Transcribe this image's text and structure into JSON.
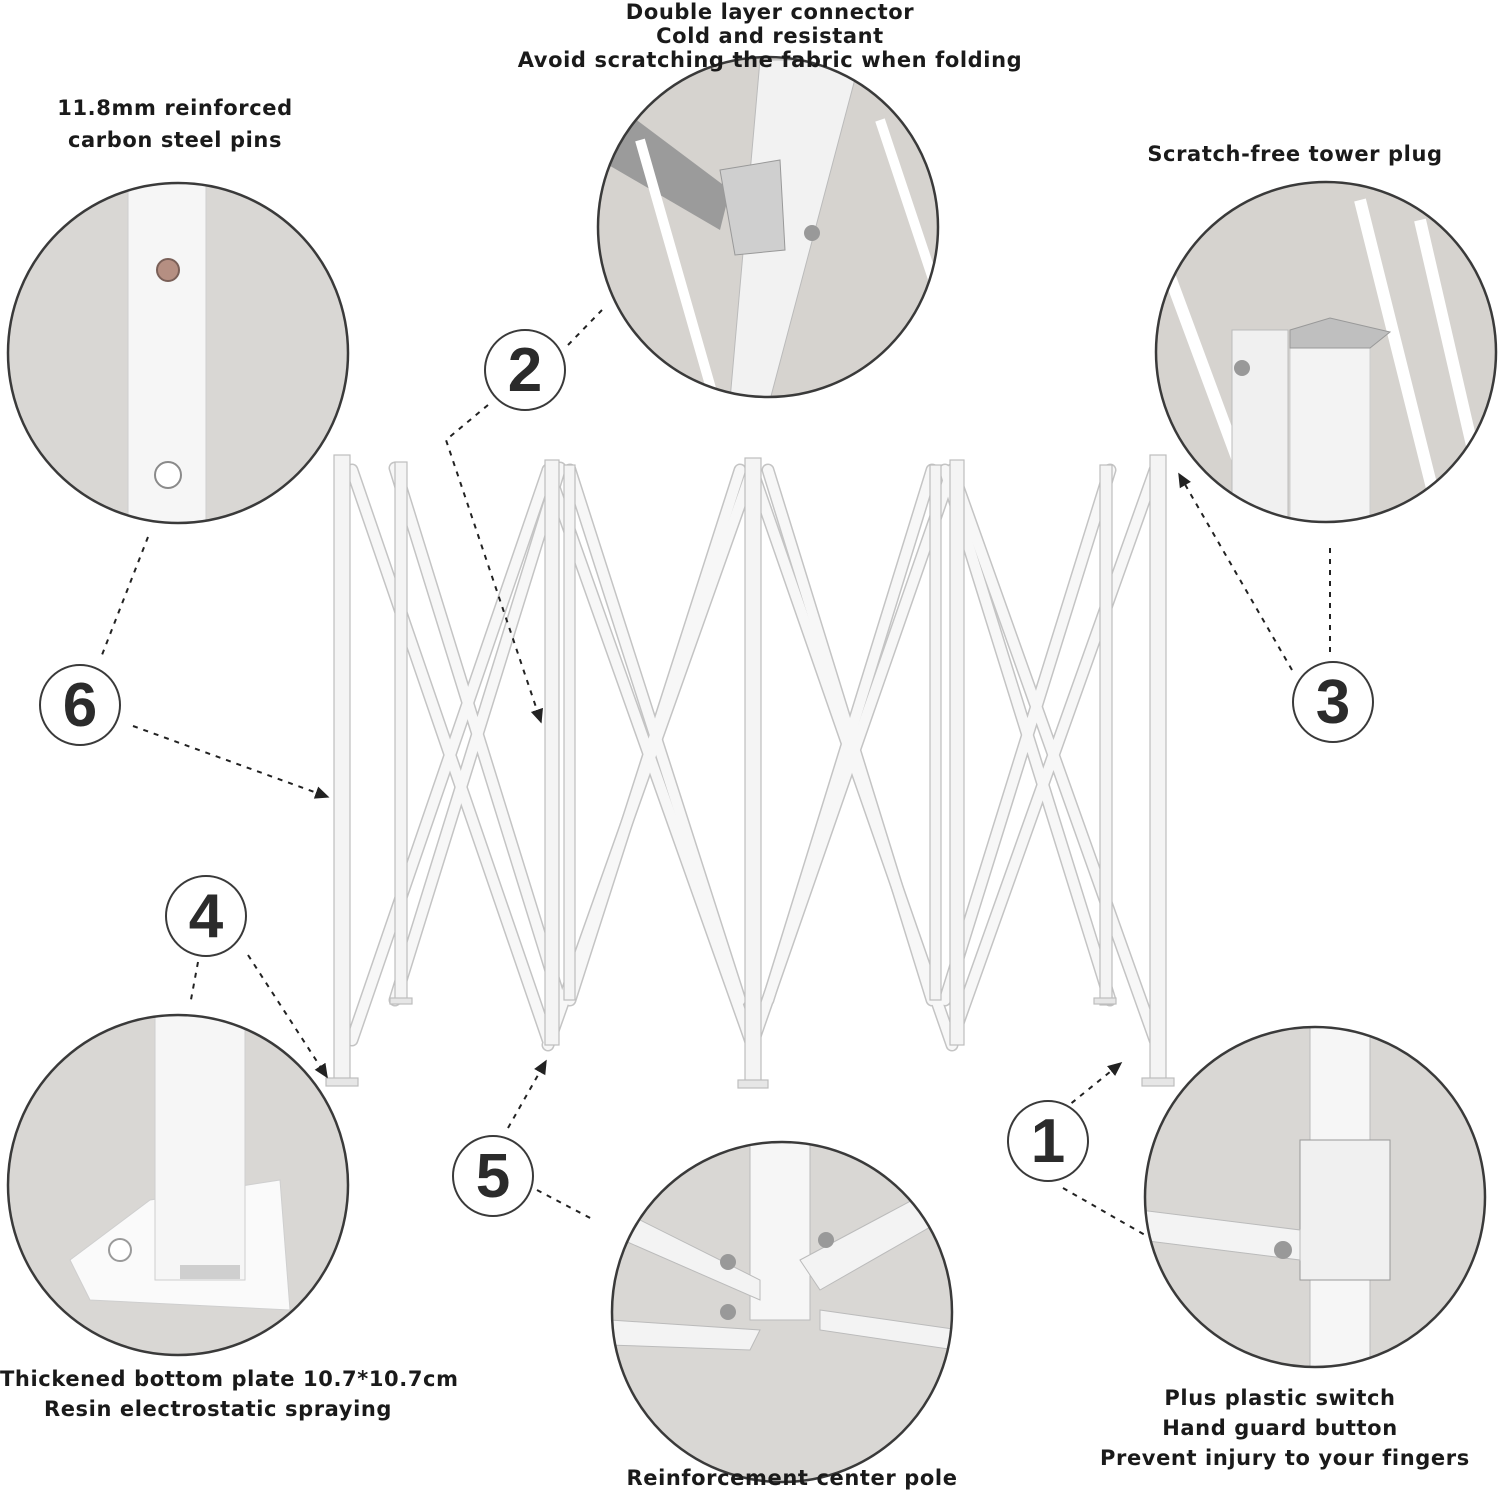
{
  "callouts": [
    {
      "number": "1",
      "lines": [
        "Plus plastic switch",
        "Hand guard button",
        "Prevent injury to your fingers"
      ]
    },
    {
      "number": "2",
      "lines": [
        "Double layer connector",
        "Cold and resistant",
        "Avoid scratching the fabric when folding"
      ]
    },
    {
      "number": "3",
      "lines": [
        "Scratch-free tower plug"
      ]
    },
    {
      "number": "4",
      "lines": [
        "Thickened bottom plate 10.7*10.7cm",
        "Resin electrostatic spraying"
      ]
    },
    {
      "number": "5",
      "lines": [
        "Reinforcement center pole"
      ]
    },
    {
      "number": "6",
      "lines": [
        "11.8mm reinforced",
        "carbon steel pins"
      ]
    }
  ],
  "colors": {
    "frame": "#f4f4f4",
    "frame_edge": "#bdbdbd",
    "border": "#3a3a3a",
    "text": "#1a1a1a"
  }
}
